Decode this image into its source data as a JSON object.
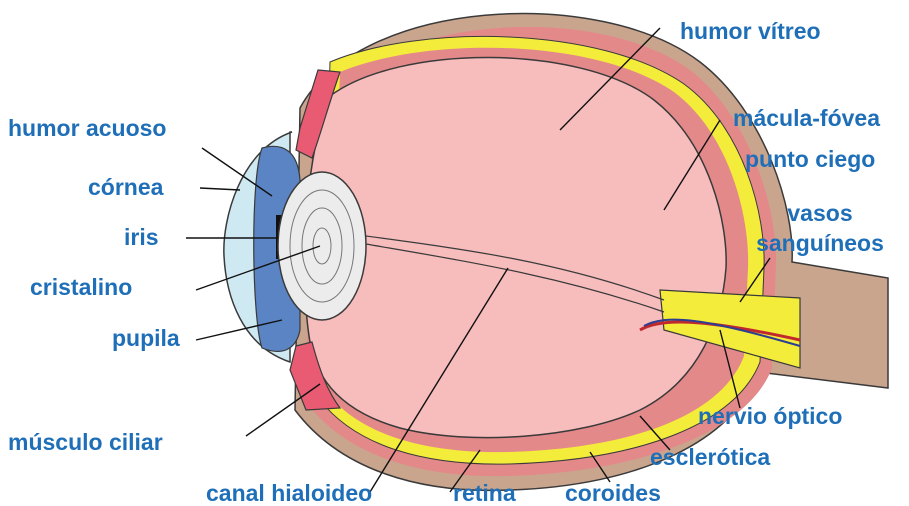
{
  "labels": {
    "humor_vitreo": "humor vítreo",
    "humor_acuoso": "humor acuoso",
    "cornea": "córnea",
    "iris": "iris",
    "cristalino": "cristalino",
    "pupila": "pupila",
    "musculo_ciliar": "músculo ciliar",
    "canal_hialoideo": "canal hialoideo",
    "retina": "retina",
    "coroides": "coroides",
    "esclerotica": "esclerótica",
    "nervio_optico": "nervio óptico",
    "macula_fovea": "mácula-fóvea",
    "punto_ciego": "punto ciego",
    "vasos_line1": "vasos",
    "vasos_line2": "sanguíneos"
  },
  "colors": {
    "label_text": "#1f6fb8",
    "sclera": "#c9a58d",
    "choroid": "#e4898a",
    "retina": "#f4ec3a",
    "vitreous": "#f7bcbc",
    "ciliary_muscle": "#e95b73",
    "iris": "#5a84c4",
    "cornea_fill": "#cfe9f2",
    "lens": "#ececec",
    "vessel_red": "#c0282d",
    "vessel_blue": "#2c3e91",
    "outline": "#3a3a3a"
  }
}
